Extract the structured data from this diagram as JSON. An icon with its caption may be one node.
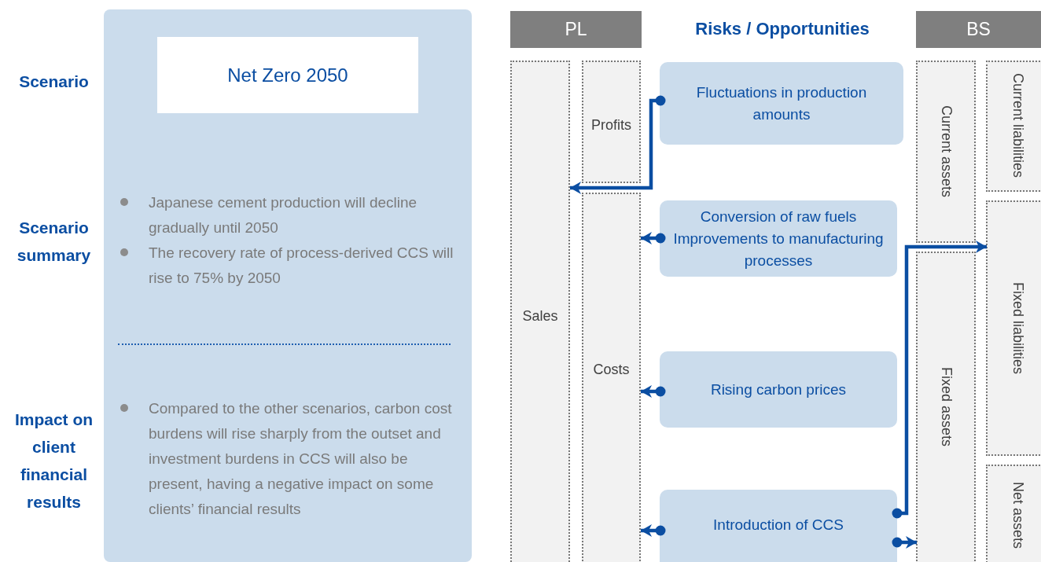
{
  "diagram": {
    "nodes": [
      {
        "text": [
          "Japanese cement production will decline gradually until 2050",
          "The recovery rate of process-derived CCS will rise to 75% by 2050",
          "Compared to the other scenarios, carbon cost burdens will rise sharply from the outset and investment burdens in CCS will also be present, having a negative impact on some clients’ financial results"
        ]
      },
      {
        "text": [
          "Net Zero 2050"
        ],
        "in": 0
      },
      {
        "text": [
          "PL"
        ]
      },
      {
        "text": [
          "BS"
        ]
      },
      {
        "text": [
          "Sales"
        ]
      },
      {
        "text": [
          "Profits"
        ]
      },
      {
        "text": [
          "Costs"
        ]
      },
      {
        "text": [
          "Current assets"
        ]
      },
      {
        "text": [
          "Fixed assets"
        ]
      },
      {
        "text": [
          "Current liabilities"
        ]
      },
      {
        "text": [
          "Fixed liabilities"
        ]
      },
      {
        "text": [
          "Net assets"
        ]
      },
      {
        "text": [
          "Fluctuations in production amounts"
        ]
      },
      {
        "text": [
          "Conversion of raw fuels Improvements to manufacturing processes"
        ]
      },
      {
        "text": [
          "Rising carbon prices"
        ]
      },
      {
        "text": [
          "Introduction of CCS"
        ]
      }
    ],
    "edges": [
      {
        "from": 12,
        "to": 4,
        "arrow": "to"
      },
      {
        "from": 13,
        "to": 6,
        "arrow": "to"
      },
      {
        "from": 14,
        "to": 6,
        "arrow": "to"
      },
      {
        "from": 15,
        "to": 6,
        "arrow": "to"
      },
      {
        "from": 15,
        "to": 10,
        "arrow": "to"
      },
      {
        "from": 15,
        "to": 8,
        "arrow": "to"
      }
    ],
    "labels": [
      "Risks / Opportunities",
      "Scenario",
      "Scenario summary",
      "Impact on client financial results"
    ]
  }
}
